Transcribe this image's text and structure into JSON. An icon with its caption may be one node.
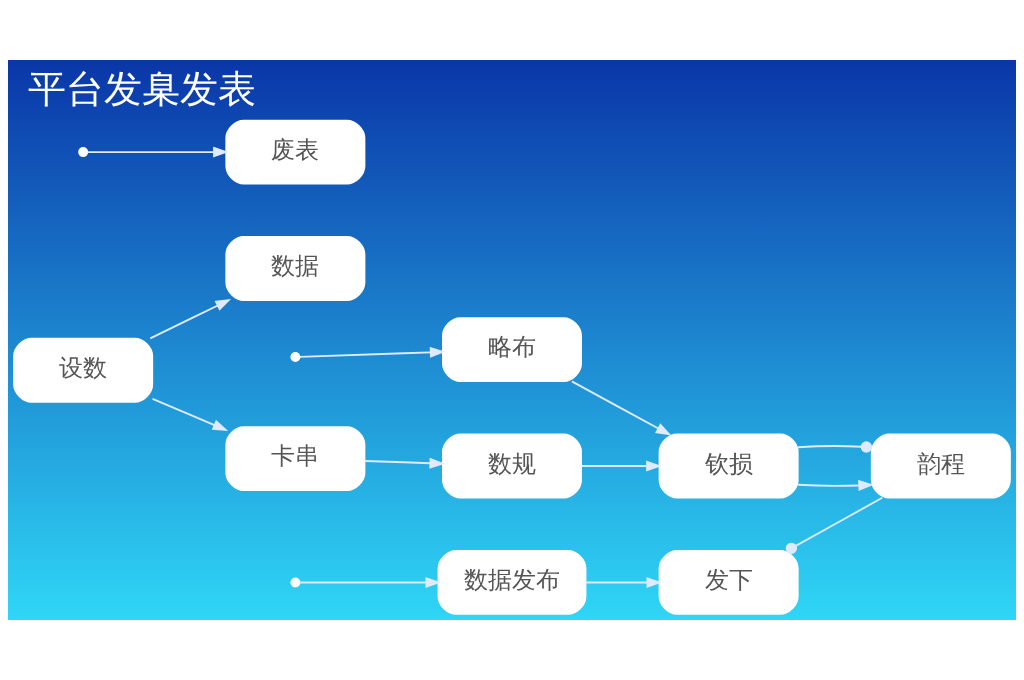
{
  "diagram": {
    "title": "平台发臬发表",
    "nodes": [
      {
        "text": [
          "数据"
        ]
      },
      {
        "text": [
          "数据发布"
        ]
      },
      {
        "text": [
          "设数"
        ]
      },
      {
        "text": [
          "废表"
        ]
      },
      {
        "text": [
          "发下"
        ]
      },
      {
        "text": [
          "卡串"
        ]
      },
      {
        "text": [
          "略布"
        ]
      },
      {
        "text": [
          "韵程"
        ]
      },
      {
        "text": [
          "数规"
        ]
      },
      {
        "text": [
          "钦损"
        ]
      }
    ],
    "edges": [
      {
        "from": 2,
        "to": 0,
        "arrow": "to"
      },
      {
        "from": null,
        "to": 1,
        "arrow": "to"
      },
      {
        "from": null,
        "to": 3,
        "arrow": "to"
      },
      {
        "from": 1,
        "to": 4,
        "arrow": "to"
      },
      {
        "from": 2,
        "to": 5,
        "arrow": "to"
      },
      {
        "from": 5,
        "to": 8,
        "arrow": "to"
      },
      {
        "from": 8,
        "to": 9,
        "arrow": "to"
      },
      {
        "from": 6,
        "to": 9,
        "arrow": "to"
      },
      {
        "from": null,
        "to": 6,
        "arrow": "to"
      },
      {
        "from": 9,
        "to": 7,
        "arrow": "to"
      },
      {
        "from": 7,
        "to": 9,
        "arrow": "other"
      },
      {
        "from": 4,
        "to": 7,
        "arrow": "other"
      }
    ]
  }
}
